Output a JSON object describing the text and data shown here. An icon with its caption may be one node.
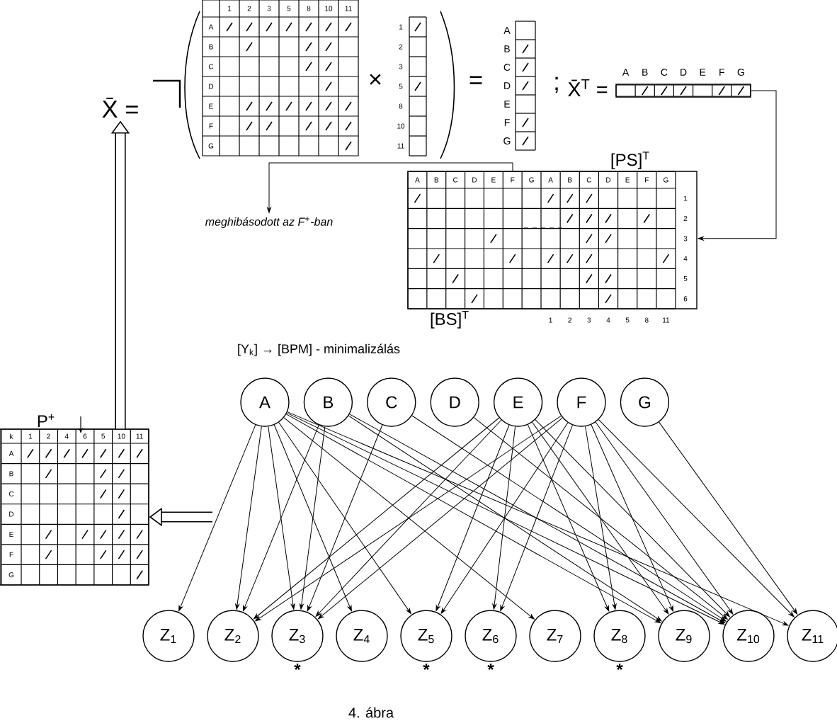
{
  "diagram": {
    "caption": "4. ábra",
    "nodes": [
      {
        "text": [
          "X̄ ="
        ]
      },
      {
        "text": [],
        "shape": "box"
      },
      {
        "text": [
          "[PS]$^{T}$",
          "[BS]$^{T}$"
        ]
      },
      {
        "text": [
          "meghibásodott az F$^{+}$-ban"
        ]
      },
      {
        "text": [
          "A"
        ]
      },
      {
        "text": [
          "B"
        ]
      },
      {
        "text": [
          "C"
        ]
      },
      {
        "text": [
          "D"
        ]
      },
      {
        "text": [
          "E"
        ]
      },
      {
        "text": [
          "F"
        ]
      },
      {
        "text": [
          "G"
        ]
      },
      {
        "text": [
          "Z$_{1}$"
        ]
      },
      {
        "text": [
          "Z$_{2}$"
        ]
      },
      {
        "text": [
          "Z$_{3}$"
        ],
        "beside": [
          "*"
        ]
      },
      {
        "text": [
          "Z$_{4}$"
        ]
      },
      {
        "text": [
          "Z$_{5}$"
        ],
        "beside": [
          "*"
        ]
      },
      {
        "text": [
          "Z$_{6}$"
        ],
        "beside": [
          "*"
        ]
      },
      {
        "text": [
          "Z$_{7}$"
        ]
      },
      {
        "text": [
          "Z$_{8}$"
        ],
        "beside": [
          "*"
        ]
      },
      {
        "text": [
          "Z$_{9}$"
        ]
      },
      {
        "text": [
          "Z$_{10}$"
        ]
      },
      {
        "text": [
          "Z$_{11}$"
        ]
      },
      {
        "text": [
          "P$^{+}$"
        ]
      }
    ],
    "edges": [
      {
        "from": 22,
        "to": 0,
        "arrow": "to",
        "style": "thick"
      },
      {
        "from": 1,
        "to": 2,
        "arrow": "to"
      },
      {
        "from": 2,
        "to": 3,
        "arrow": "to"
      },
      {
        "from": null,
        "to": 22,
        "arrow": "to",
        "style": "thick"
      },
      {
        "from": 4,
        "to": 11,
        "arrow": "to"
      },
      {
        "from": 4,
        "to": 12,
        "arrow": "to"
      },
      {
        "from": 4,
        "to": 13,
        "arrow": "to"
      },
      {
        "from": 4,
        "to": 14,
        "arrow": "to"
      },
      {
        "from": 4,
        "to": 15,
        "arrow": "to"
      },
      {
        "from": 4,
        "to": 17,
        "arrow": "to"
      },
      {
        "from": 4,
        "to": 19,
        "arrow": "to"
      },
      {
        "from": 4,
        "to": 20,
        "arrow": "to"
      },
      {
        "from": 4,
        "to": 21,
        "arrow": "to"
      },
      {
        "from": 5,
        "to": 12,
        "arrow": "to"
      },
      {
        "from": 5,
        "to": 13,
        "arrow": "to"
      },
      {
        "from": 5,
        "to": 19,
        "arrow": "to"
      },
      {
        "from": 5,
        "to": 20,
        "arrow": "to"
      },
      {
        "from": 6,
        "to": 13,
        "arrow": "to"
      },
      {
        "from": 6,
        "to": 20,
        "arrow": "to"
      },
      {
        "from": 7,
        "to": 20,
        "arrow": "to"
      },
      {
        "from": 8,
        "to": 12,
        "arrow": "to"
      },
      {
        "from": 8,
        "to": 13,
        "arrow": "to"
      },
      {
        "from": 8,
        "to": 15,
        "arrow": "to"
      },
      {
        "from": 8,
        "to": 16,
        "arrow": "to"
      },
      {
        "from": 8,
        "to": 18,
        "arrow": "to"
      },
      {
        "from": 8,
        "to": 19,
        "arrow": "to"
      },
      {
        "from": 8,
        "to": 20,
        "arrow": "to"
      },
      {
        "from": 9,
        "to": 12,
        "arrow": "to"
      },
      {
        "from": 9,
        "to": 13,
        "arrow": "to"
      },
      {
        "from": 9,
        "to": 15,
        "arrow": "to"
      },
      {
        "from": 9,
        "to": 16,
        "arrow": "to"
      },
      {
        "from": 9,
        "to": 18,
        "arrow": "to"
      },
      {
        "from": 9,
        "to": 19,
        "arrow": "to"
      },
      {
        "from": 9,
        "to": 20,
        "arrow": "to"
      },
      {
        "from": 9,
        "to": 21,
        "arrow": "to"
      },
      {
        "from": 10,
        "to": 21,
        "arrow": "to"
      }
    ],
    "labels": [
      "×",
      "=",
      ";",
      "X̄$^{T}$ =",
      "1",
      "2",
      "3",
      "5",
      "8",
      "10",
      "11",
      "A",
      "B",
      "C",
      "D",
      "E",
      "F",
      "G",
      "1",
      "2",
      "3",
      "5",
      "8",
      "10",
      "11",
      "A",
      "B",
      "C",
      "D",
      "E",
      "F",
      "G",
      "A",
      "B",
      "C",
      "D",
      "E",
      "F",
      "G",
      "A",
      "B",
      "C",
      "D",
      "E",
      "F",
      "G",
      "A",
      "B",
      "C",
      "D",
      "E",
      "F",
      "G",
      "1",
      "2",
      "3",
      "4",
      "5",
      "6",
      "1",
      "2",
      "3",
      "4",
      "5",
      "8",
      "11",
      "[Y$_{k}$] → [BPM] - minimalizálás",
      "k",
      "1",
      "2",
      "4",
      "6",
      "5",
      "10",
      "11",
      "A",
      "B",
      "C",
      "D",
      "E",
      "F",
      "G"
    ]
  }
}
